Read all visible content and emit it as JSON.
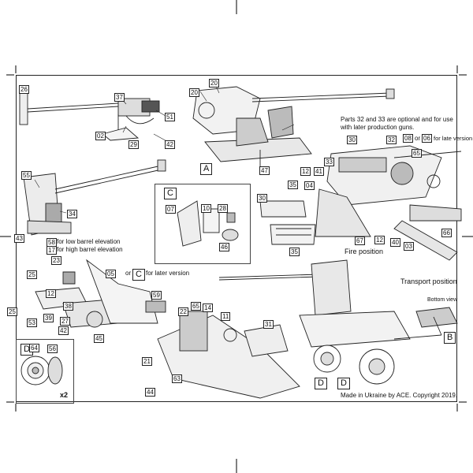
{
  "notes": {
    "optional_parts": "Parts 32 and 33 are optional and for use with later production guns.",
    "optional_line1": "Parts 32 and 33 are optional and for use",
    "optional_line2": "with later production guns.",
    "or_text": "or",
    "for_late_version": "for late version",
    "for_later_version": "for later version",
    "low_elevation": "for low barrel elevation",
    "high_elevation": "for high barrel elevation",
    "fire_position": "Fire position",
    "transport_position": "Transport position",
    "bottom_view": "Bottom view",
    "multiplier": "x2",
    "copyright": "Made in Ukraine by ACE. Copyright 2019."
  },
  "letters": {
    "A": "A",
    "B": "B",
    "C": "C",
    "D": "D"
  },
  "parts": {
    "p02": "02",
    "p03": "03",
    "p04": "04",
    "p05": "05",
    "p06": "06",
    "p07": "07",
    "p08": "08",
    "p10": "10",
    "p11": "11",
    "p12": "12",
    "p14": "14",
    "p17": "17",
    "p20": "20",
    "p21": "21",
    "p22": "22",
    "p23": "23",
    "p25": "25",
    "p26": "26",
    "p27": "27",
    "p28": "28",
    "p29": "29",
    "p30": "30",
    "p31": "31",
    "p32": "32",
    "p33": "33",
    "p34": "34",
    "p35": "35",
    "p37": "37",
    "p38": "38",
    "p39": "39",
    "p40": "40",
    "p41": "41",
    "p42": "42",
    "p43": "43",
    "p44": "44",
    "p45": "45",
    "p46": "46",
    "p47": "47",
    "p51": "51",
    "p53": "53",
    "p55": "55",
    "p56": "56",
    "p58": "58",
    "p59": "59",
    "p63": "63",
    "p64": "64",
    "p65": "65",
    "p66": "66",
    "p67": "67"
  }
}
